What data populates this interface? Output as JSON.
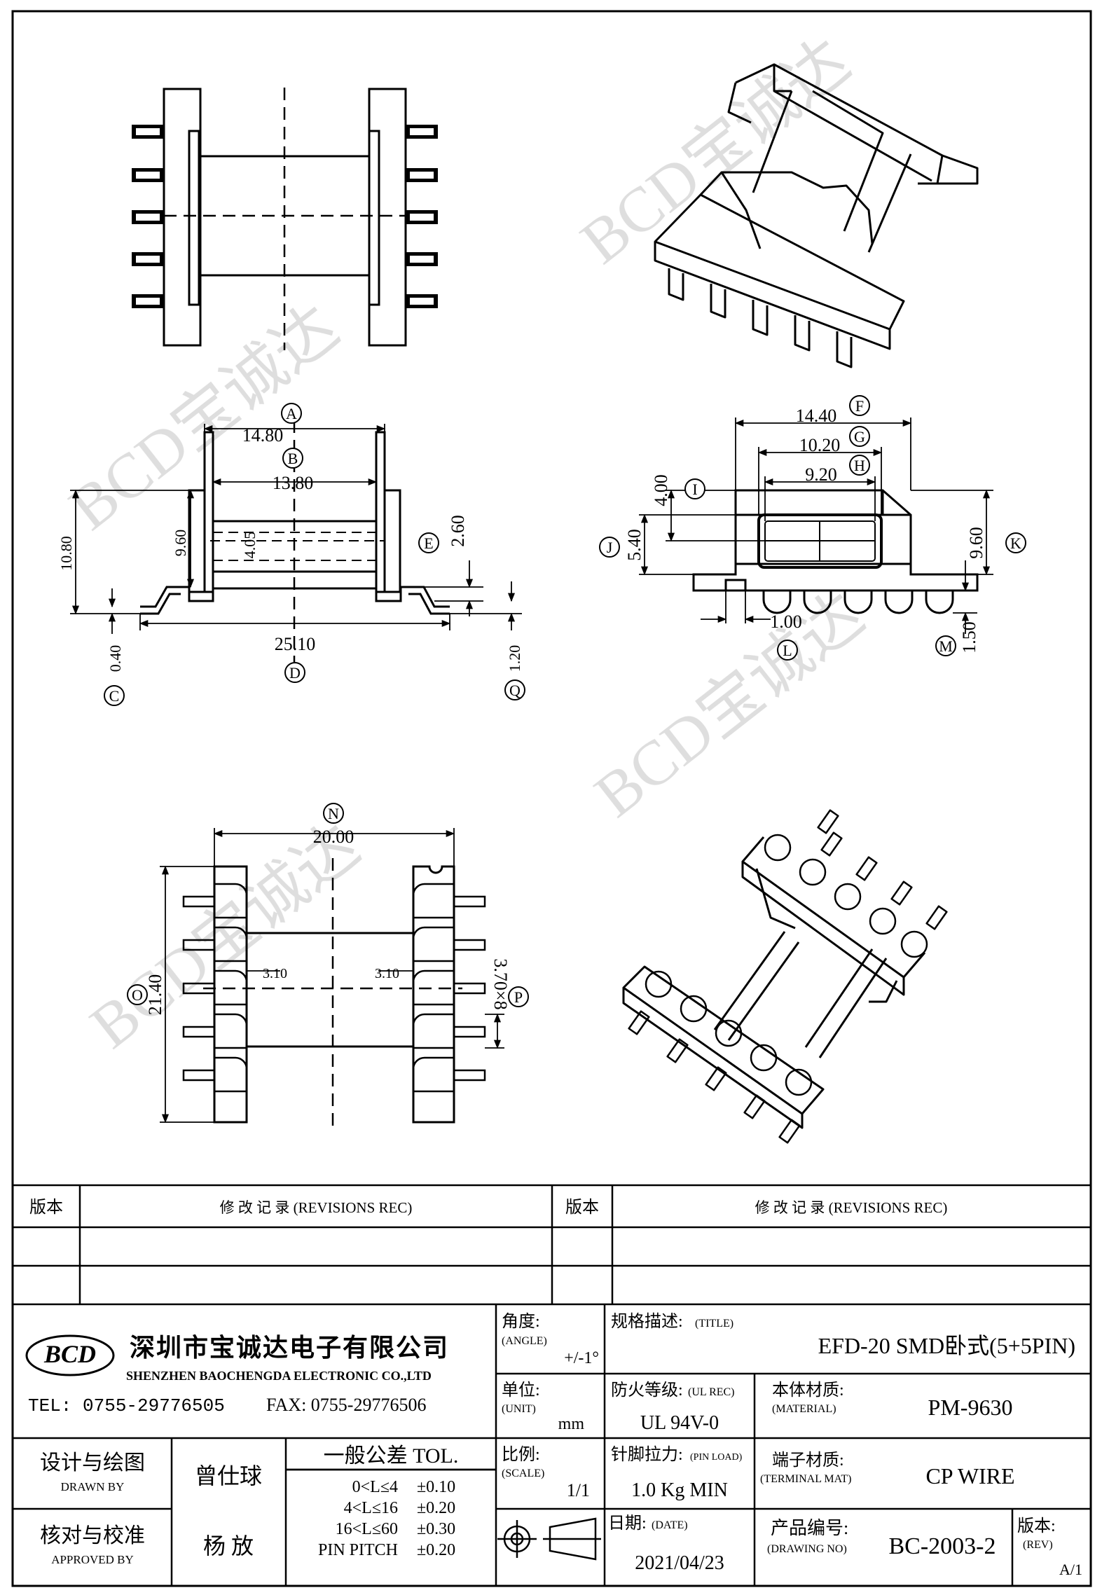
{
  "dimensions": {
    "A": "14.80",
    "B": "13.80",
    "h_10_80": "10.80",
    "h_9_60": "9.60",
    "h_4_05": "4.05",
    "E": "2.60",
    "C": "0.40",
    "D": "25.10",
    "Q": "1.20",
    "F": "14.40",
    "G": "10.20",
    "H": "9.20",
    "I": "4.00",
    "J": "5.40",
    "K": "9.60",
    "L": "1.00",
    "M": "1.50",
    "N": "20.00",
    "O": "21.40",
    "P": "3.70×8",
    "w_3_10_left": "3.10",
    "w_3_10_right": "3.10"
  },
  "markers": {
    "A": "A",
    "B": "B",
    "C": "C",
    "D": "D",
    "E": "E",
    "F": "F",
    "G": "G",
    "H": "H",
    "I": "I",
    "J": "J",
    "K": "K",
    "L": "L",
    "M": "M",
    "N": "N",
    "O": "O",
    "P": "P",
    "Q": "Q"
  },
  "watermark": "BCD宝诚达",
  "revisions": {
    "version_label": "版本",
    "record_label": "修 改 记 录 (REVISIONS REC)"
  },
  "company": {
    "logo": "BCD",
    "name_cn": "深圳市宝诚达电子有限公司",
    "name_en": "SHENZHEN BAOCHENGDA ELECTRONIC CO.,LTD",
    "tel": "TEL: 0755-29776505",
    "fax": "FAX: 0755-29776506"
  },
  "titleblock": {
    "angle_label": "角度:",
    "angle_en": "(ANGLE)",
    "angle_value": "+/-1°",
    "title_label": "规格描述:",
    "title_en": "(TITLE)",
    "title_value": "EFD-20 SMD卧式(5+5PIN)",
    "unit_label": "单位:",
    "unit_en": "(UNIT)",
    "unit_value": "mm",
    "ul_label": "防火等级:",
    "ul_en": "(UL REC)",
    "ul_value": "UL 94V-0",
    "material_label": "本体材质:",
    "material_en": "(MATERIAL)",
    "material_value": "PM-9630",
    "drawn_label": "设计与绘图",
    "drawn_en": "DRAWN BY",
    "drawn_value": "曾仕球",
    "tol_title": "一般公差 TOL.",
    "tol_rows": [
      {
        "range": "0<L≤4",
        "value": "±0.10"
      },
      {
        "range": "4<L≤16",
        "value": "±0.20"
      },
      {
        "range": "16<L≤60",
        "value": "±0.30"
      },
      {
        "range": "PIN PITCH",
        "value": "±0.20"
      }
    ],
    "scale_label": "比例:",
    "scale_en": "(SCALE)",
    "scale_value": "1/1",
    "pinload_label": "针脚拉力:",
    "pinload_en": "(PIN LOAD)",
    "pinload_value": "1.0 Kg MIN",
    "terminal_label": "端子材质:",
    "terminal_en": "(TERMINAL MAT)",
    "terminal_value": "CP WIRE",
    "approved_label": "核对与校准",
    "approved_en": "APPROVED BY",
    "approved_value": "杨 放",
    "date_label": "日期:",
    "date_en": "(DATE)",
    "date_value": "2021/04/23",
    "drawing_label": "产品编号:",
    "drawing_en": "(DRAWING NO)",
    "drawing_value": "BC-2003-2",
    "rev_label": "版本:",
    "rev_en": "(REV)",
    "rev_value": "A/1"
  }
}
